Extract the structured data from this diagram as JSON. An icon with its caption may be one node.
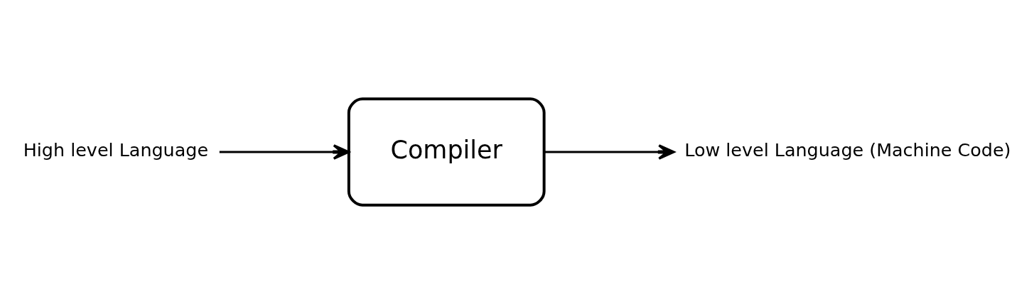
{
  "diagram": {
    "nodes": [
      {
        "text": [
          "High level Language"
        ]
      },
      {
        "text": [
          "Compiler"
        ]
      },
      {
        "text": [
          "Low level Language (Machine Code)"
        ]
      }
    ],
    "edges": [
      {
        "from": 0,
        "to": 1,
        "arrow": "to"
      },
      {
        "from": 1,
        "to": 2,
        "arrow": "to"
      }
    ]
  }
}
